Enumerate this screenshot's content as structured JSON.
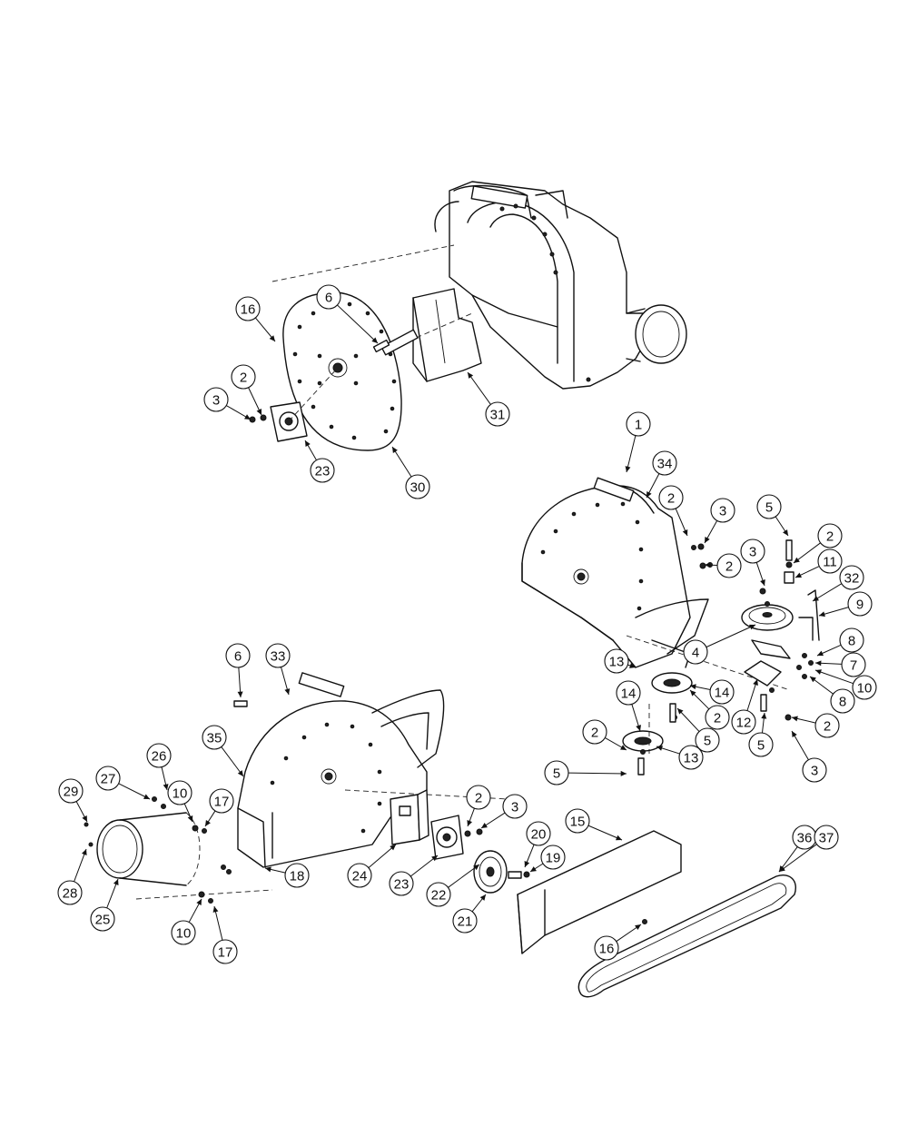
{
  "callouts": [
    {
      "label": "16"
    },
    {
      "label": "6"
    },
    {
      "label": "2"
    },
    {
      "label": "3"
    },
    {
      "label": "23"
    },
    {
      "label": "30"
    },
    {
      "label": "31"
    },
    {
      "label": "1"
    },
    {
      "label": "34"
    },
    {
      "label": "2"
    },
    {
      "label": "3"
    },
    {
      "label": "5"
    },
    {
      "label": "2"
    },
    {
      "label": "3"
    },
    {
      "label": "2"
    },
    {
      "label": "11"
    },
    {
      "label": "32"
    },
    {
      "label": "9"
    },
    {
      "label": "4"
    },
    {
      "label": "8"
    },
    {
      "label": "7"
    },
    {
      "label": "10"
    },
    {
      "label": "8"
    },
    {
      "label": "13"
    },
    {
      "label": "14"
    },
    {
      "label": "14"
    },
    {
      "label": "2"
    },
    {
      "label": "12"
    },
    {
      "label": "5"
    },
    {
      "label": "2"
    },
    {
      "label": "13"
    },
    {
      "label": "2"
    },
    {
      "label": "5"
    },
    {
      "label": "5"
    },
    {
      "label": "3"
    },
    {
      "label": "6"
    },
    {
      "label": "33"
    },
    {
      "label": "35"
    },
    {
      "label": "26"
    },
    {
      "label": "27"
    },
    {
      "label": "29"
    },
    {
      "label": "10"
    },
    {
      "label": "17"
    },
    {
      "label": "28"
    },
    {
      "label": "25"
    },
    {
      "label": "10"
    },
    {
      "label": "17"
    },
    {
      "label": "18"
    },
    {
      "label": "24"
    },
    {
      "label": "2"
    },
    {
      "label": "3"
    },
    {
      "label": "23"
    },
    {
      "label": "22"
    },
    {
      "label": "20"
    },
    {
      "label": "19"
    },
    {
      "label": "21"
    },
    {
      "label": "15"
    },
    {
      "label": "16"
    },
    {
      "label": "36"
    },
    {
      "label": "37"
    }
  ]
}
